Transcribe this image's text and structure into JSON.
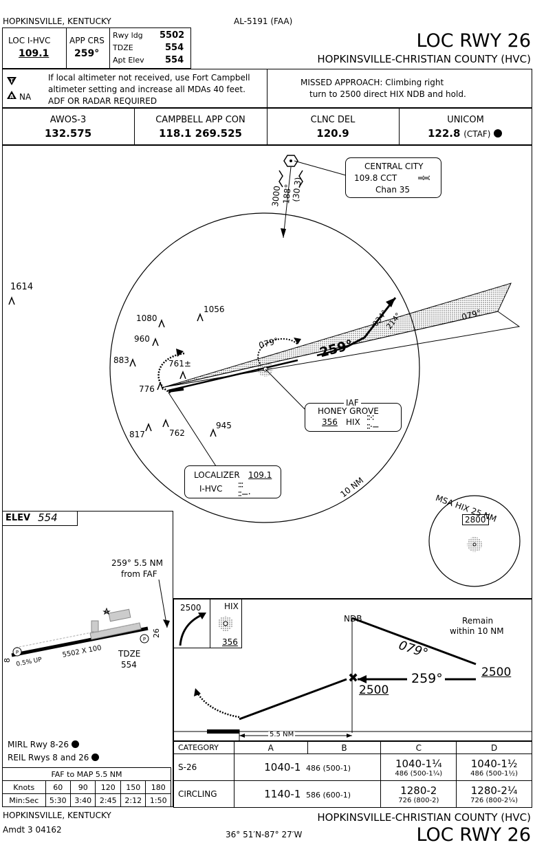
{
  "top": {
    "location": "HOPKINSVILLE, KENTUCKY",
    "procedure_id": "AL-5191 (FAA)",
    "title": "LOC RWY 26",
    "airport": "HOPKINSVILLE-CHRISTIAN COUNTY (HVC)"
  },
  "briefing": {
    "loc_label": "LOC  I-HVC",
    "loc_freq": "109.1",
    "app_crs_label": "APP CRS",
    "app_crs": "259°",
    "rwy_ldg_label": "Rwy ldg",
    "rwy_ldg": "5502",
    "tdze_label": "TDZE",
    "tdze": "554",
    "apt_elev_label": "Apt Elev",
    "apt_elev": "554",
    "na_label": "NA",
    "note1": "If local altimeter not received, use Fort Campbell",
    "note2": "altimeter setting and increase all MDAs 40 feet.",
    "note3": "ADF OR RADAR REQUIRED",
    "missed1": "MISSED APPROACH:  Climbing right",
    "missed2": "turn to 2500 direct HIX NDB and hold."
  },
  "comms": [
    {
      "label": "AWOS-3",
      "freq": "132.575"
    },
    {
      "label": "CAMPBELL APP CON",
      "freq": "118.1  269.525"
    },
    {
      "label": "CLNC DEL",
      "freq": "120.9"
    },
    {
      "label": "UNICOM",
      "freq": "122.8",
      "suffix": "(CTAF)"
    }
  ],
  "plan": {
    "cct_name": "CENTRAL CITY",
    "cct_freq": "109.8  CCT",
    "cct_chan": "Chan 35",
    "radial_alt": "3000",
    "radial_crs": "188°",
    "radial_dist": "(30.3)",
    "obstacles": [
      {
        "label": "1614"
      },
      {
        "label": "1080"
      },
      {
        "label": "1056"
      },
      {
        "label": "960"
      },
      {
        "label": "883"
      },
      {
        "label": "761±"
      },
      {
        "label": "776"
      },
      {
        "label": "817"
      },
      {
        "label": "762"
      },
      {
        "label": "945"
      }
    ],
    "holding_in": "079°",
    "holding_out": "079°",
    "final_crs": "259°",
    "missed_crs1": "034°",
    "missed_crs2": "214°",
    "iaf_label": "IAF",
    "iaf_name": "HONEY GROVE",
    "iaf_freq": "356",
    "iaf_id": "HIX",
    "loc_label": "LOCALIZER",
    "loc_freq": "109.1",
    "loc_id": "I-HVC",
    "ring": "10 NM",
    "msa_label": "MSA HIX 25 NM",
    "msa_alt": "2800"
  },
  "aerodrome": {
    "elev_label": "ELEV",
    "elev": "554",
    "faf_note1": "259° 5.5 NM",
    "faf_note2": "from FAF",
    "rwy_dims": "5502 X 100",
    "grad": "0.5% UP",
    "tdze_label": "TDZE",
    "tdze": "554",
    "rwy8": "8",
    "rwy26": "26",
    "lights1": "MIRL Rwy 8-26",
    "lights2": "REIL Rwys 8 and 26"
  },
  "profile": {
    "icon_alt": "2500",
    "icon_fix": "HIX",
    "icon_freq": "356",
    "ndb": "NDB",
    "remain1": "Remain",
    "remain2": "within 10 NM",
    "outbound": "079°",
    "inbound": "259°",
    "alt_hold": "2500",
    "alt_faf": "2500",
    "distance": "5.5 NM"
  },
  "minima": {
    "header": [
      "CATEGORY",
      "A",
      "B",
      "C",
      "D"
    ],
    "rows": [
      {
        "cat": "S-26",
        "ab_main": "1040-1",
        "ab_sub": "486 (500-1)",
        "c_main": "1040-1¼",
        "c_sub": "486 (500-1¼)",
        "d_main": "1040-1½",
        "d_sub": "486 (500-1½)"
      },
      {
        "cat": "CIRCLING",
        "ab_main": "1140-1",
        "ab_sub": "586 (600-1)",
        "c_main": "1280-2",
        "c_sub": "726 (800-2)",
        "d_main": "1280-2¼",
        "d_sub": "726 (800-2¼)"
      }
    ]
  },
  "faf_table": {
    "title": "FAF to MAP  5.5 NM",
    "knots_label": "Knots",
    "knots": [
      "60",
      "90",
      "120",
      "150",
      "180"
    ],
    "minsec_label": "Min:Sec",
    "times": [
      "5:30",
      "3:40",
      "2:45",
      "2:12",
      "1:50"
    ]
  },
  "bottom": {
    "location": "HOPKINSVILLE, KENTUCKY",
    "amdt": "Amdt 3  04162",
    "coords": "36° 51′N-87° 27′W",
    "airport": "HOPKINSVILLE-CHRISTIAN COUNTY (HVC)",
    "title": "LOC RWY 26"
  }
}
